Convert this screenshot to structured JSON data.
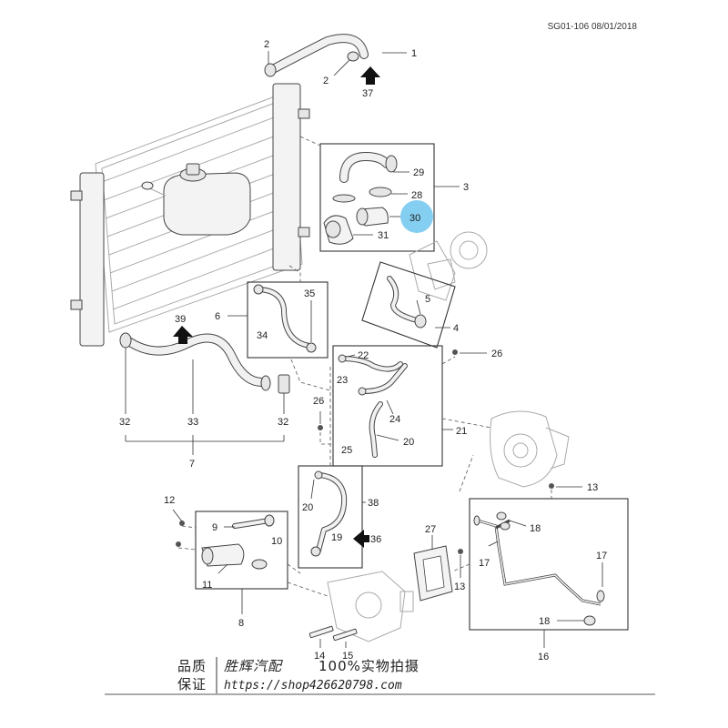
{
  "header": {
    "ref": "SG01-106 08/01/2018"
  },
  "labels": {
    "l1": "1",
    "l2a": "2",
    "l2b": "2",
    "l37": "37",
    "l3": "3",
    "l29": "29",
    "l28": "28",
    "l30": "30",
    "l31": "31",
    "l35": "35",
    "l6": "6",
    "l34": "34",
    "l5": "5",
    "l4": "4",
    "l39": "39",
    "l22": "22",
    "l26a": "26",
    "l23": "23",
    "l26b": "26",
    "l24": "24",
    "l21": "21",
    "l20a": "20",
    "l25": "25",
    "l32a": "32",
    "l33": "33",
    "l32b": "32",
    "l7": "7",
    "l13a": "13",
    "l12": "12",
    "l9": "9",
    "l10": "10",
    "l11": "11",
    "l8": "8",
    "l20b": "20",
    "l38": "38",
    "l19": "19",
    "l36": "36",
    "l27": "27",
    "l13b": "13",
    "l18a": "18",
    "l17a": "17",
    "l17b": "17",
    "l18b": "18",
    "l16": "16",
    "l14": "14",
    "l15": "15"
  },
  "watermark": {
    "quality": "品质",
    "guarantee": "保证",
    "shop_name": "胜辉汽配",
    "slogan": "100%实物拍摄",
    "url": "https://shop426620798.com"
  },
  "highlight_color": "#6ec6ee"
}
